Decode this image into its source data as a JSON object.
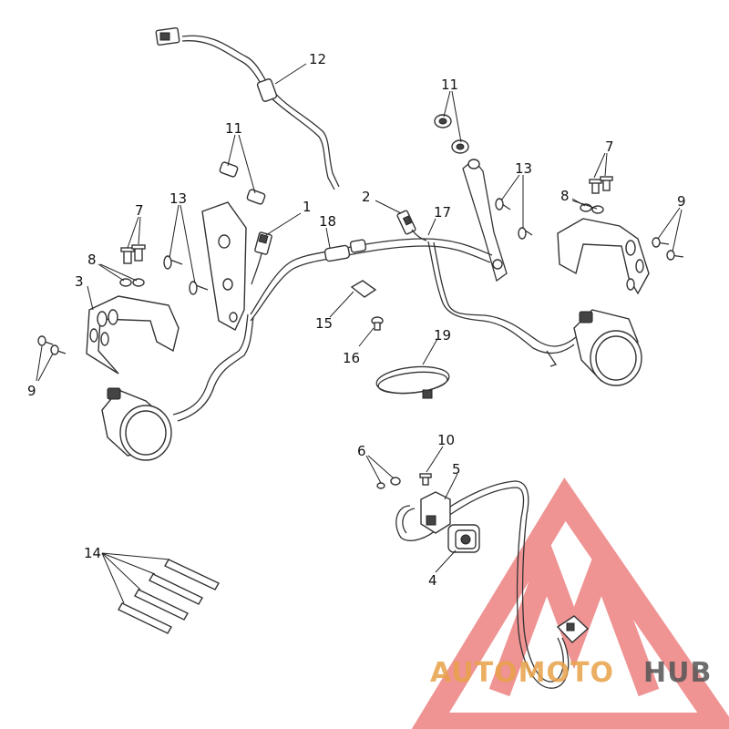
{
  "callouts": [
    {
      "id": "c12",
      "label": "12"
    },
    {
      "id": "c11a",
      "label": "11"
    },
    {
      "id": "c11b",
      "label": "11"
    },
    {
      "id": "c13a",
      "label": "13"
    },
    {
      "id": "c13b",
      "label": "13"
    },
    {
      "id": "c7a",
      "label": "7"
    },
    {
      "id": "c7b",
      "label": "7"
    },
    {
      "id": "c8a",
      "label": "8"
    },
    {
      "id": "c8b",
      "label": "8"
    },
    {
      "id": "c9a",
      "label": "9"
    },
    {
      "id": "c9b",
      "label": "9"
    },
    {
      "id": "c1",
      "label": "1"
    },
    {
      "id": "c2",
      "label": "2"
    },
    {
      "id": "c3",
      "label": "3"
    },
    {
      "id": "c18",
      "label": "18"
    },
    {
      "id": "c17",
      "label": "17"
    },
    {
      "id": "c15",
      "label": "15"
    },
    {
      "id": "c16",
      "label": "16"
    },
    {
      "id": "c19",
      "label": "19"
    },
    {
      "id": "c6",
      "label": "6"
    },
    {
      "id": "c10",
      "label": "10"
    },
    {
      "id": "c5",
      "label": "5"
    },
    {
      "id": "c4",
      "label": "4"
    },
    {
      "id": "c14",
      "label": "14"
    }
  ],
  "watermark": {
    "part1": "AUTOMOTO",
    "part2": "HUB",
    "color_primary": "#e8a24a",
    "color_secondary": "#555555",
    "logo_color": "#e23b3b"
  }
}
